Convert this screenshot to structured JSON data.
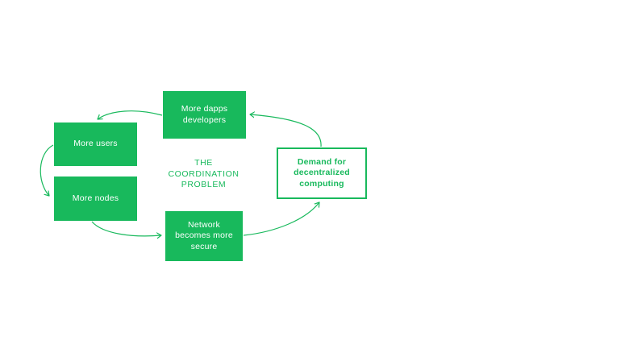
{
  "colors": {
    "green": "#18b95c",
    "box_text": "#ffffff",
    "background": "#ffffff"
  },
  "diagram": {
    "center_label": {
      "lines": [
        "THE",
        "COORDINATION",
        "PROBLEM"
      ]
    },
    "nodes": {
      "dapps": {
        "lines": [
          "More dapps",
          "developers"
        ]
      },
      "users": {
        "lines": [
          "More users"
        ]
      },
      "nodes": {
        "lines": [
          "More nodes"
        ]
      },
      "network": {
        "lines": [
          "Network",
          "becomes more",
          "secure"
        ]
      },
      "demand": {
        "lines": [
          "Demand for",
          "decentralized",
          "computing"
        ]
      }
    },
    "edges": [
      {
        "from": "demand-for-decentralized-computing",
        "to": "more-dapps-developers"
      },
      {
        "from": "more-dapps-developers",
        "to": "more-users"
      },
      {
        "from": "more-users",
        "to": "more-nodes"
      },
      {
        "from": "more-nodes",
        "to": "network-becomes-more-secure"
      },
      {
        "from": "network-becomes-more-secure",
        "to": "demand-for-decentralized-computing"
      }
    ]
  }
}
